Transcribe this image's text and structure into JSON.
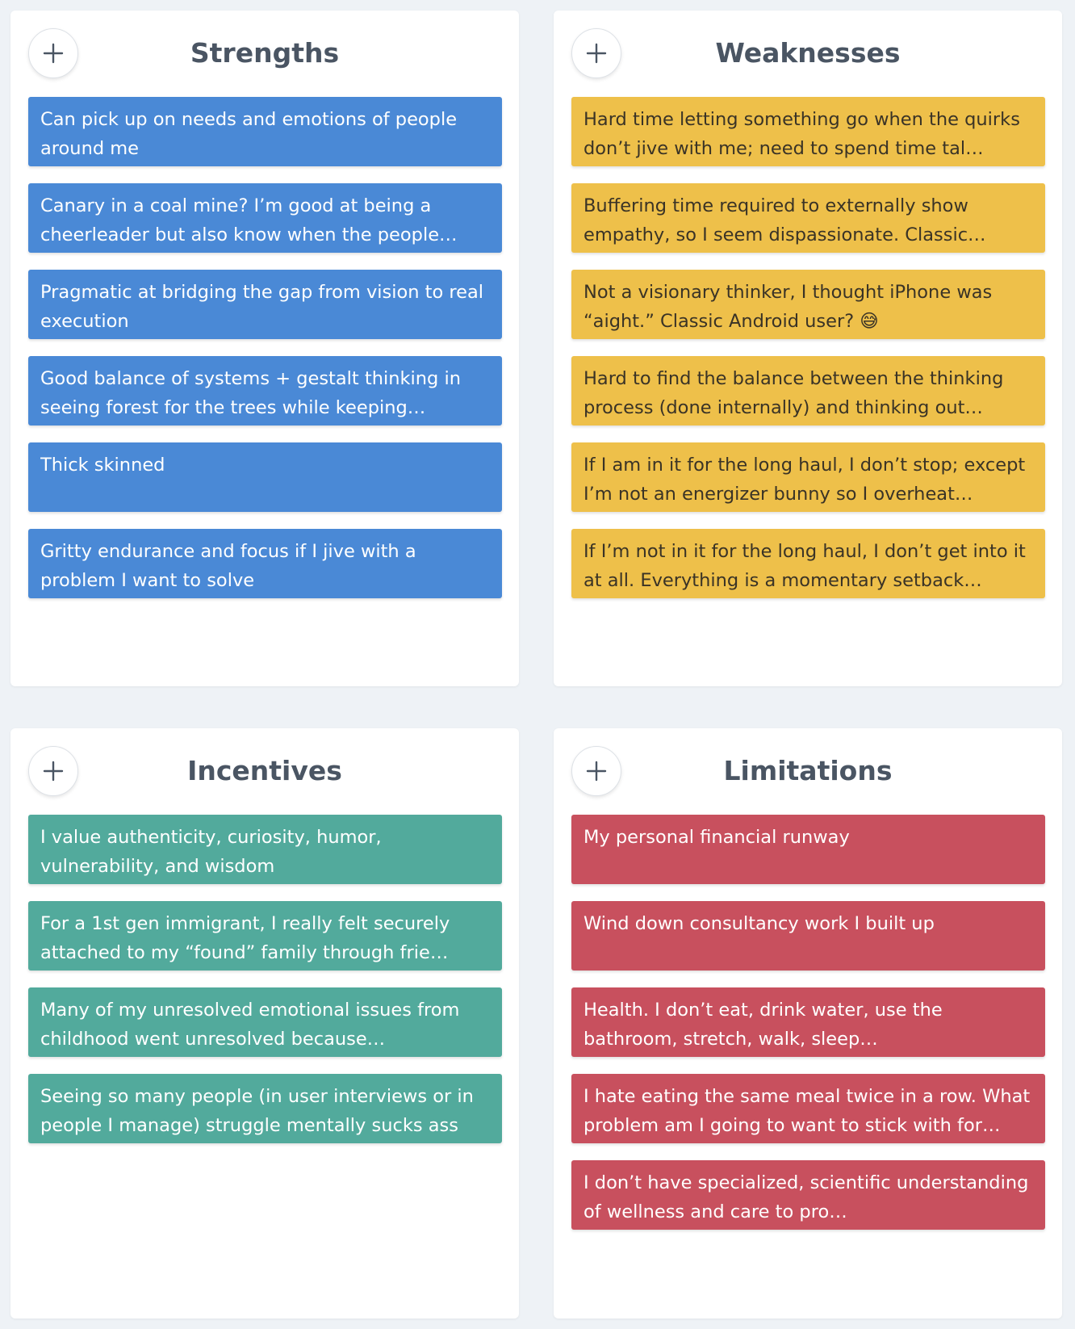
{
  "colors": {
    "page_background": "#eef2f6",
    "board_background": "#ffffff",
    "title_text": "#4a5563",
    "strengths_card": "#4a89d6",
    "weaknesses_card": "#eec04a",
    "incentives_card": "#52aa9c",
    "limitations_card": "#c8505e"
  },
  "boards": [
    {
      "title": "Strengths",
      "add_icon": "plus-icon",
      "card_color": "#4a89d6",
      "text_color": "#ffffff",
      "cards": [
        "Can pick up on needs and emotions of people around me",
        "Canary in a coal mine? I’m good at being a cheerleader but also know when the people…",
        "Pragmatic at bridging the gap from vision to real execution",
        "Good balance of systems + gestalt thinking in seeing forest for the trees while keeping…",
        "Thick skinned",
        "Gritty endurance and focus if I jive with a problem I want to solve"
      ]
    },
    {
      "title": "Weaknesses",
      "add_icon": "plus-icon",
      "card_color": "#eec04a",
      "text_color": "#3a3326",
      "cards": [
        "Hard time letting something go when the quirks don’t jive with me; need to spend time tal…",
        "Buffering time required to externally show empathy, so I seem dispassionate. Classic…",
        "Not a visionary thinker, I thought iPhone was “aight.” Classic Android user? 😅",
        "Hard to find the balance between the thinking process (done internally) and thinking out…",
        "If I am in it for the long haul, I don’t stop; except I’m not an energizer bunny so I overheat…",
        "If I’m not in it for the long haul, I don’t get into it at all. Everything is a momentary setback…"
      ]
    },
    {
      "title": "Incentives",
      "add_icon": "plus-icon",
      "card_color": "#52aa9c",
      "text_color": "#ffffff",
      "cards": [
        "I value authenticity, curiosity, humor, vulnerability, and wisdom",
        "For a 1st gen immigrant, I really felt securely attached to my “found” family through frie…",
        "Many of my unresolved emotional issues from childhood went unresolved because…",
        "Seeing so many people (in user interviews or in people I manage) struggle mentally sucks ass"
      ]
    },
    {
      "title": "Limitations",
      "add_icon": "plus-icon",
      "card_color": "#c8505e",
      "text_color": "#ffffff",
      "cards": [
        "My personal financial runway",
        "Wind down consultancy work I built up",
        "Health. I don’t eat, drink water, use the bathroom, stretch, walk, sleep…",
        "I hate eating the same meal twice in a row. What problem am I going to want to stick with for…",
        "I don’t have specialized, scientific understanding of wellness and care to pro…"
      ]
    }
  ]
}
